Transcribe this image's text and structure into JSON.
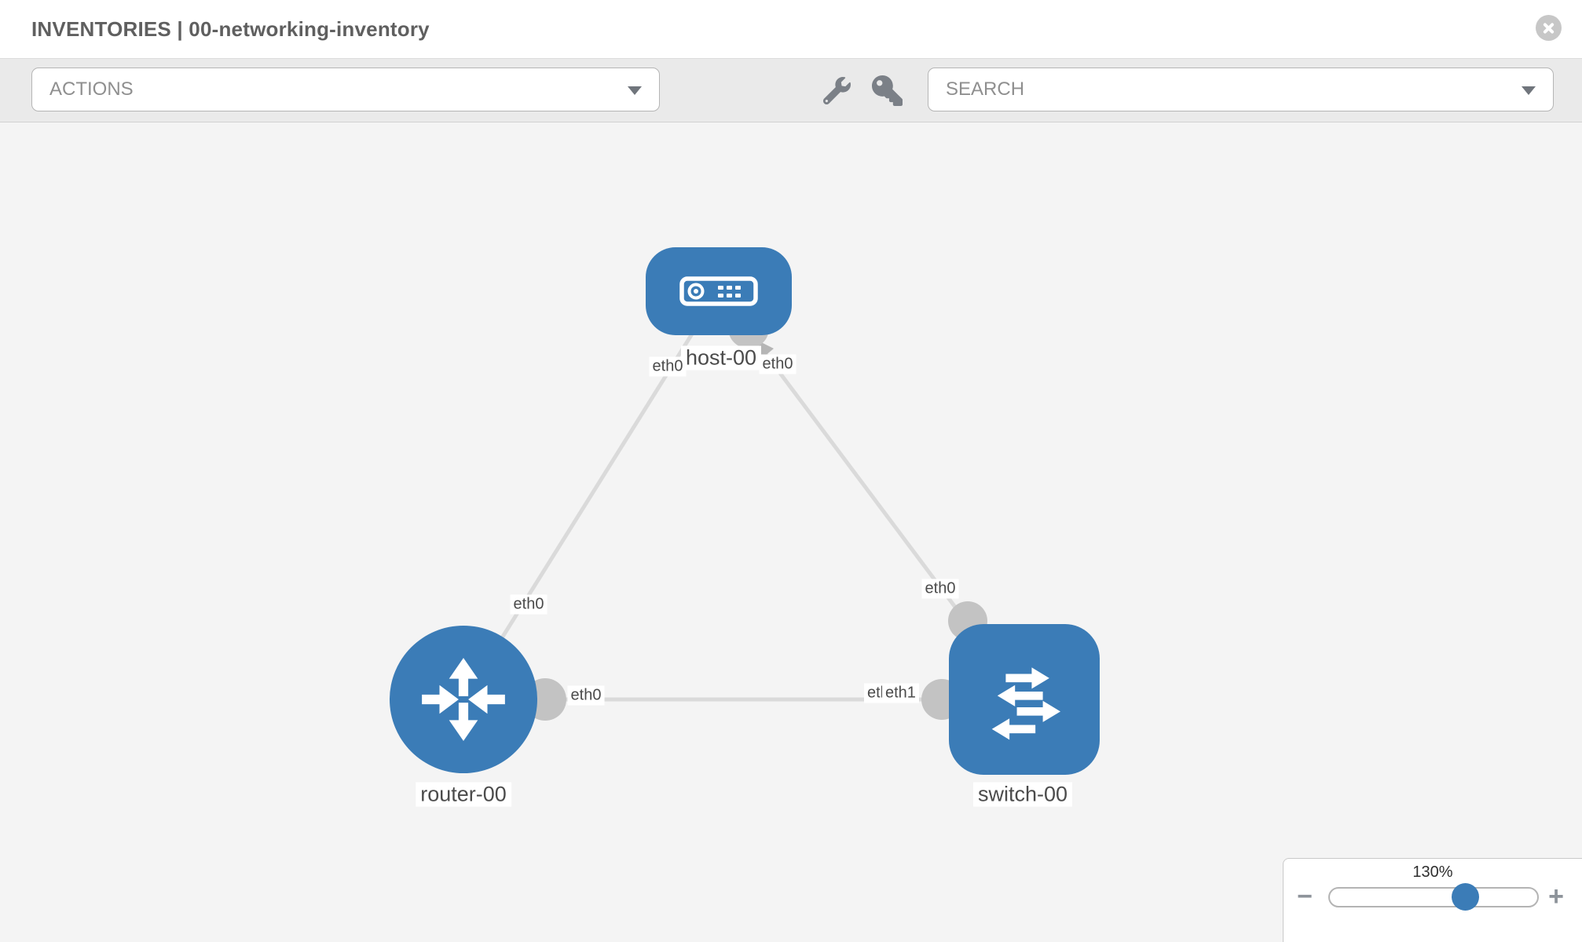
{
  "header": {
    "title": "INVENTORIES | 00-networking-inventory"
  },
  "toolbar": {
    "actions_label": "ACTIONS",
    "search_placeholder": "SEARCH"
  },
  "graph": {
    "nodes": [
      {
        "name": "host-00",
        "type": "host"
      },
      {
        "name": "router-00",
        "type": "router"
      },
      {
        "name": "switch-00",
        "type": "switch"
      }
    ],
    "edges": [
      {
        "from": "host-00",
        "to": "router-00",
        "from_interface": "eth0",
        "to_interface": "eth0"
      },
      {
        "from": "host-00",
        "to": "switch-00",
        "from_interface": "eth0",
        "to_interface": "eth0"
      },
      {
        "from": "router-00",
        "to": "switch-00",
        "from_interface": "eth0",
        "to_interface": "eth1",
        "to_interface_overlapped": "eth0"
      }
    ]
  },
  "zoom_control": {
    "level": "130%",
    "minus_label": "−",
    "plus_label": "+"
  },
  "colors": {
    "node_blue": "#3b7cb7",
    "edge_gray": "#dadada",
    "connector_gray": "#c3c3c3",
    "canvas_bg": "#f4f4f4",
    "toolbar_bg": "#eaeaea"
  }
}
